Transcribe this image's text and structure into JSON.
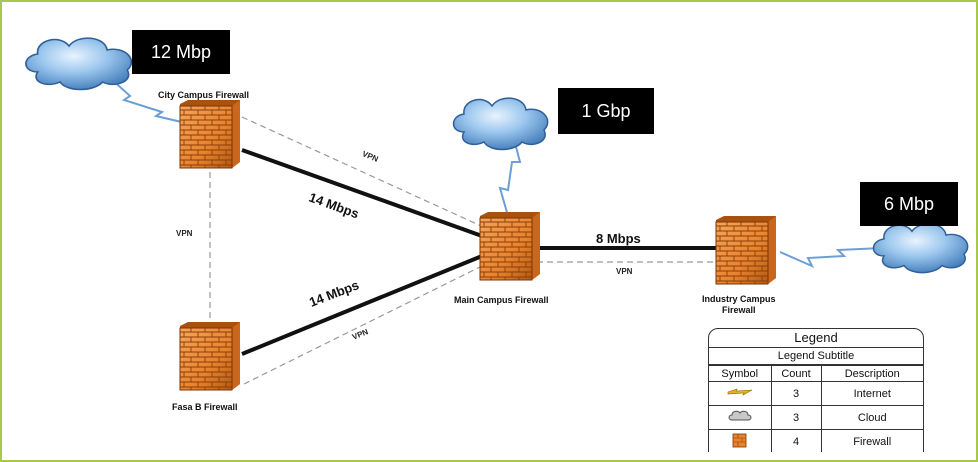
{
  "colors": {
    "frame_border": "#a8c84a",
    "firewall_brick": "#e8832e",
    "cloud_blue": "#4a86c5",
    "link_solid": "#111111",
    "link_vpn": "#999999",
    "bandwidth_box": "#000000"
  },
  "nodes": {
    "city": {
      "label": "City Campus Firewall",
      "icon": "firewall-icon"
    },
    "main": {
      "label": "Main Campus Firewall",
      "icon": "firewall-icon"
    },
    "industry": {
      "label_line1": "Industry Campus",
      "label_line2": "Firewall",
      "icon": "firewall-icon"
    },
    "fasa": {
      "label": "Fasa B Firewall",
      "icon": "firewall-icon"
    }
  },
  "clouds": {
    "city_bandwidth": "12 Mbp",
    "main_bandwidth": "1 Gbp",
    "industry_bandwidth": "6 Mbp"
  },
  "links": {
    "city_main_speed": "14 Mbps",
    "fasa_main_speed": "14 Mbps",
    "main_industry_speed": "8 Mbps",
    "vpn_city_main": "VPN",
    "vpn_city_fasa": "VPN",
    "vpn_fasa_main": "VPN",
    "vpn_main_industry": "VPN"
  },
  "legend": {
    "title": "Legend",
    "subtitle": "Legend Subtitle",
    "headers": [
      "Symbol",
      "Count",
      "Description"
    ],
    "rows": [
      {
        "icon": "lightning-icon",
        "count": "3",
        "description": "Internet"
      },
      {
        "icon": "cloud-icon",
        "count": "3",
        "description": "Cloud"
      },
      {
        "icon": "firewall-icon",
        "count": "4",
        "description": "Firewall"
      }
    ]
  }
}
